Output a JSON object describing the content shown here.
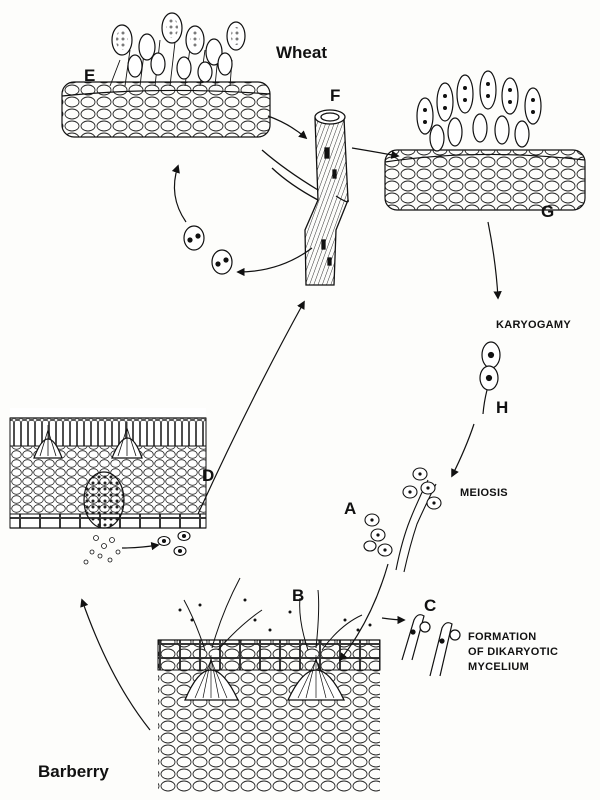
{
  "hosts": {
    "wheat": "Wheat",
    "barberry": "Barberry"
  },
  "stages": {
    "a": "A",
    "b": "B",
    "c": "C",
    "d": "D",
    "e": "E",
    "f": "F",
    "g": "G",
    "h": "H"
  },
  "processes": {
    "karyogamy": "KARYOGAMY",
    "meiosis": "MEIOSIS",
    "dikaryotic_line1": "FORMATION",
    "dikaryotic_line2": "OF DIKARYOTIC",
    "dikaryotic_line3": "MYCELIUM"
  },
  "colors": {
    "ink": "#111111",
    "paper": "#fdfdfb"
  }
}
